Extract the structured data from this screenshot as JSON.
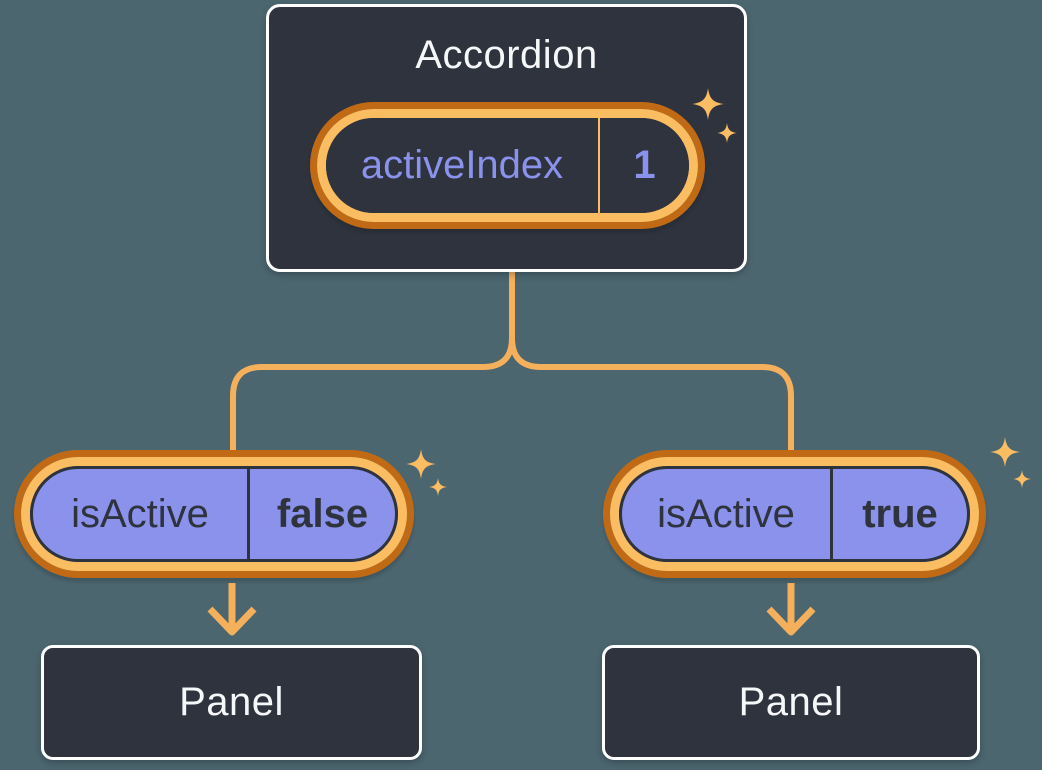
{
  "colors": {
    "bg": "#4C666F",
    "card": "#2E333D",
    "card_border": "#FFFFFF",
    "orange_dark": "#C16A15",
    "orange_light": "#FABD62",
    "orange_line": "#F5B05C",
    "purple": "#8A92EC",
    "ink": "#2E333D",
    "text_light": "#F6F7F9"
  },
  "diagram": {
    "root": {
      "title": "Accordion",
      "state": {
        "label": "activeIndex",
        "value": "1"
      }
    },
    "children": [
      {
        "prop": {
          "label": "isActive",
          "value": "false"
        },
        "panel": {
          "title": "Panel"
        }
      },
      {
        "prop": {
          "label": "isActive",
          "value": "true"
        },
        "panel": {
          "title": "Panel"
        }
      }
    ]
  }
}
